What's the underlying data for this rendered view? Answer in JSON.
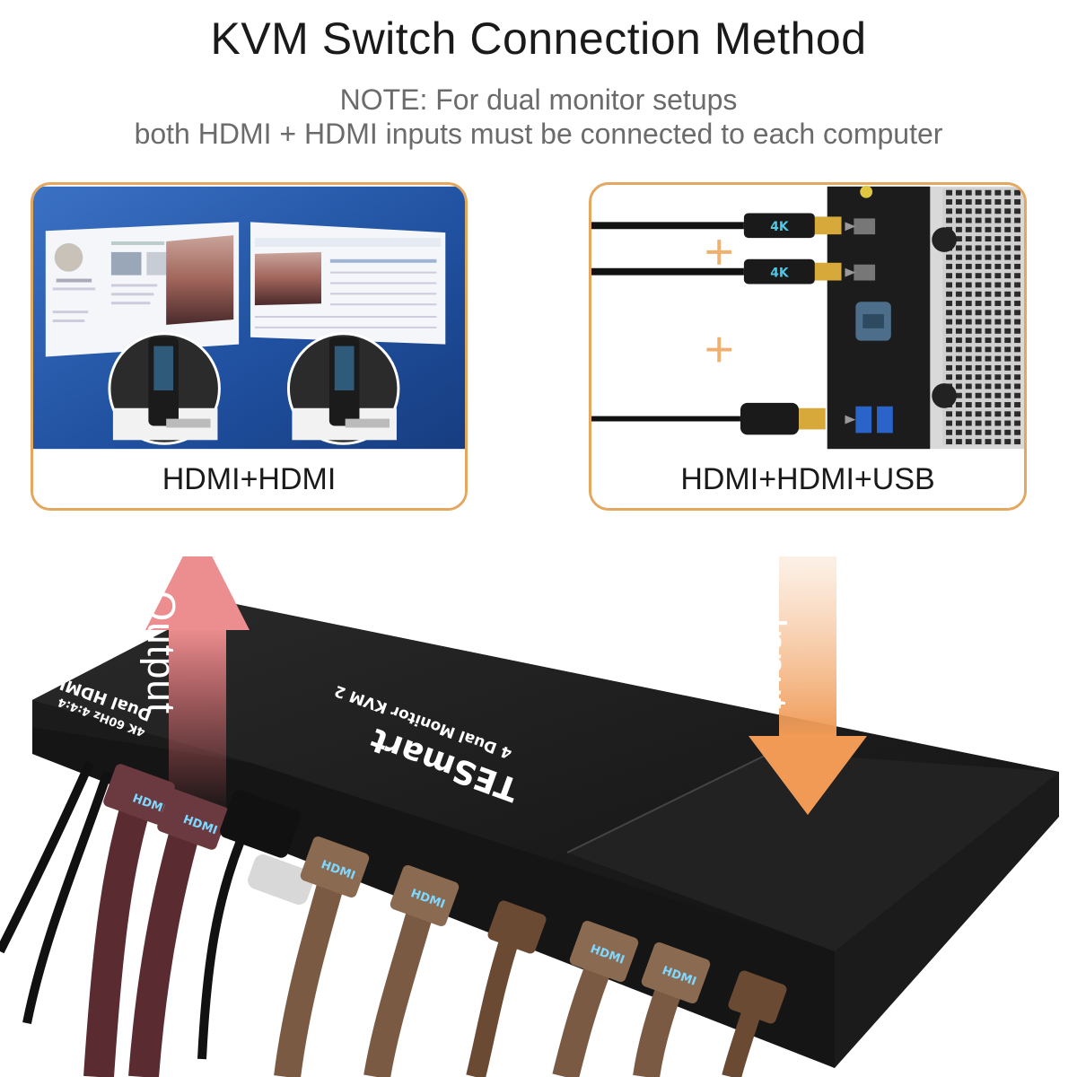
{
  "header": {
    "title": "KVM Switch Connection Method",
    "note_line1": "NOTE: For dual monitor setups",
    "note_line2": "both HDMI + HDMI inputs must be connected to each computer"
  },
  "panels": {
    "left_caption": "HDMI+HDMI",
    "right_caption": "HDMI+HDMI+USB"
  },
  "arrows": {
    "output_label": "Output",
    "input_label": "Input"
  },
  "device": {
    "brand": "TESmart",
    "model": "4 Dual Monitor KVM 2",
    "side_label1": "Dual HDMI",
    "side_label2": "4K 60Hz 4:4:4"
  },
  "cable_labels": {
    "plug_4k": "4K",
    "plug_hdmi": "HDMI",
    "port_hdmi": "HDMI"
  },
  "colors": {
    "panel_border": "#e3a760",
    "output_arrow": "#ec8e90",
    "input_arrow": "#f2b27a",
    "plus_sign": "#f0b070",
    "screen_bg": "#1f4f9e"
  }
}
